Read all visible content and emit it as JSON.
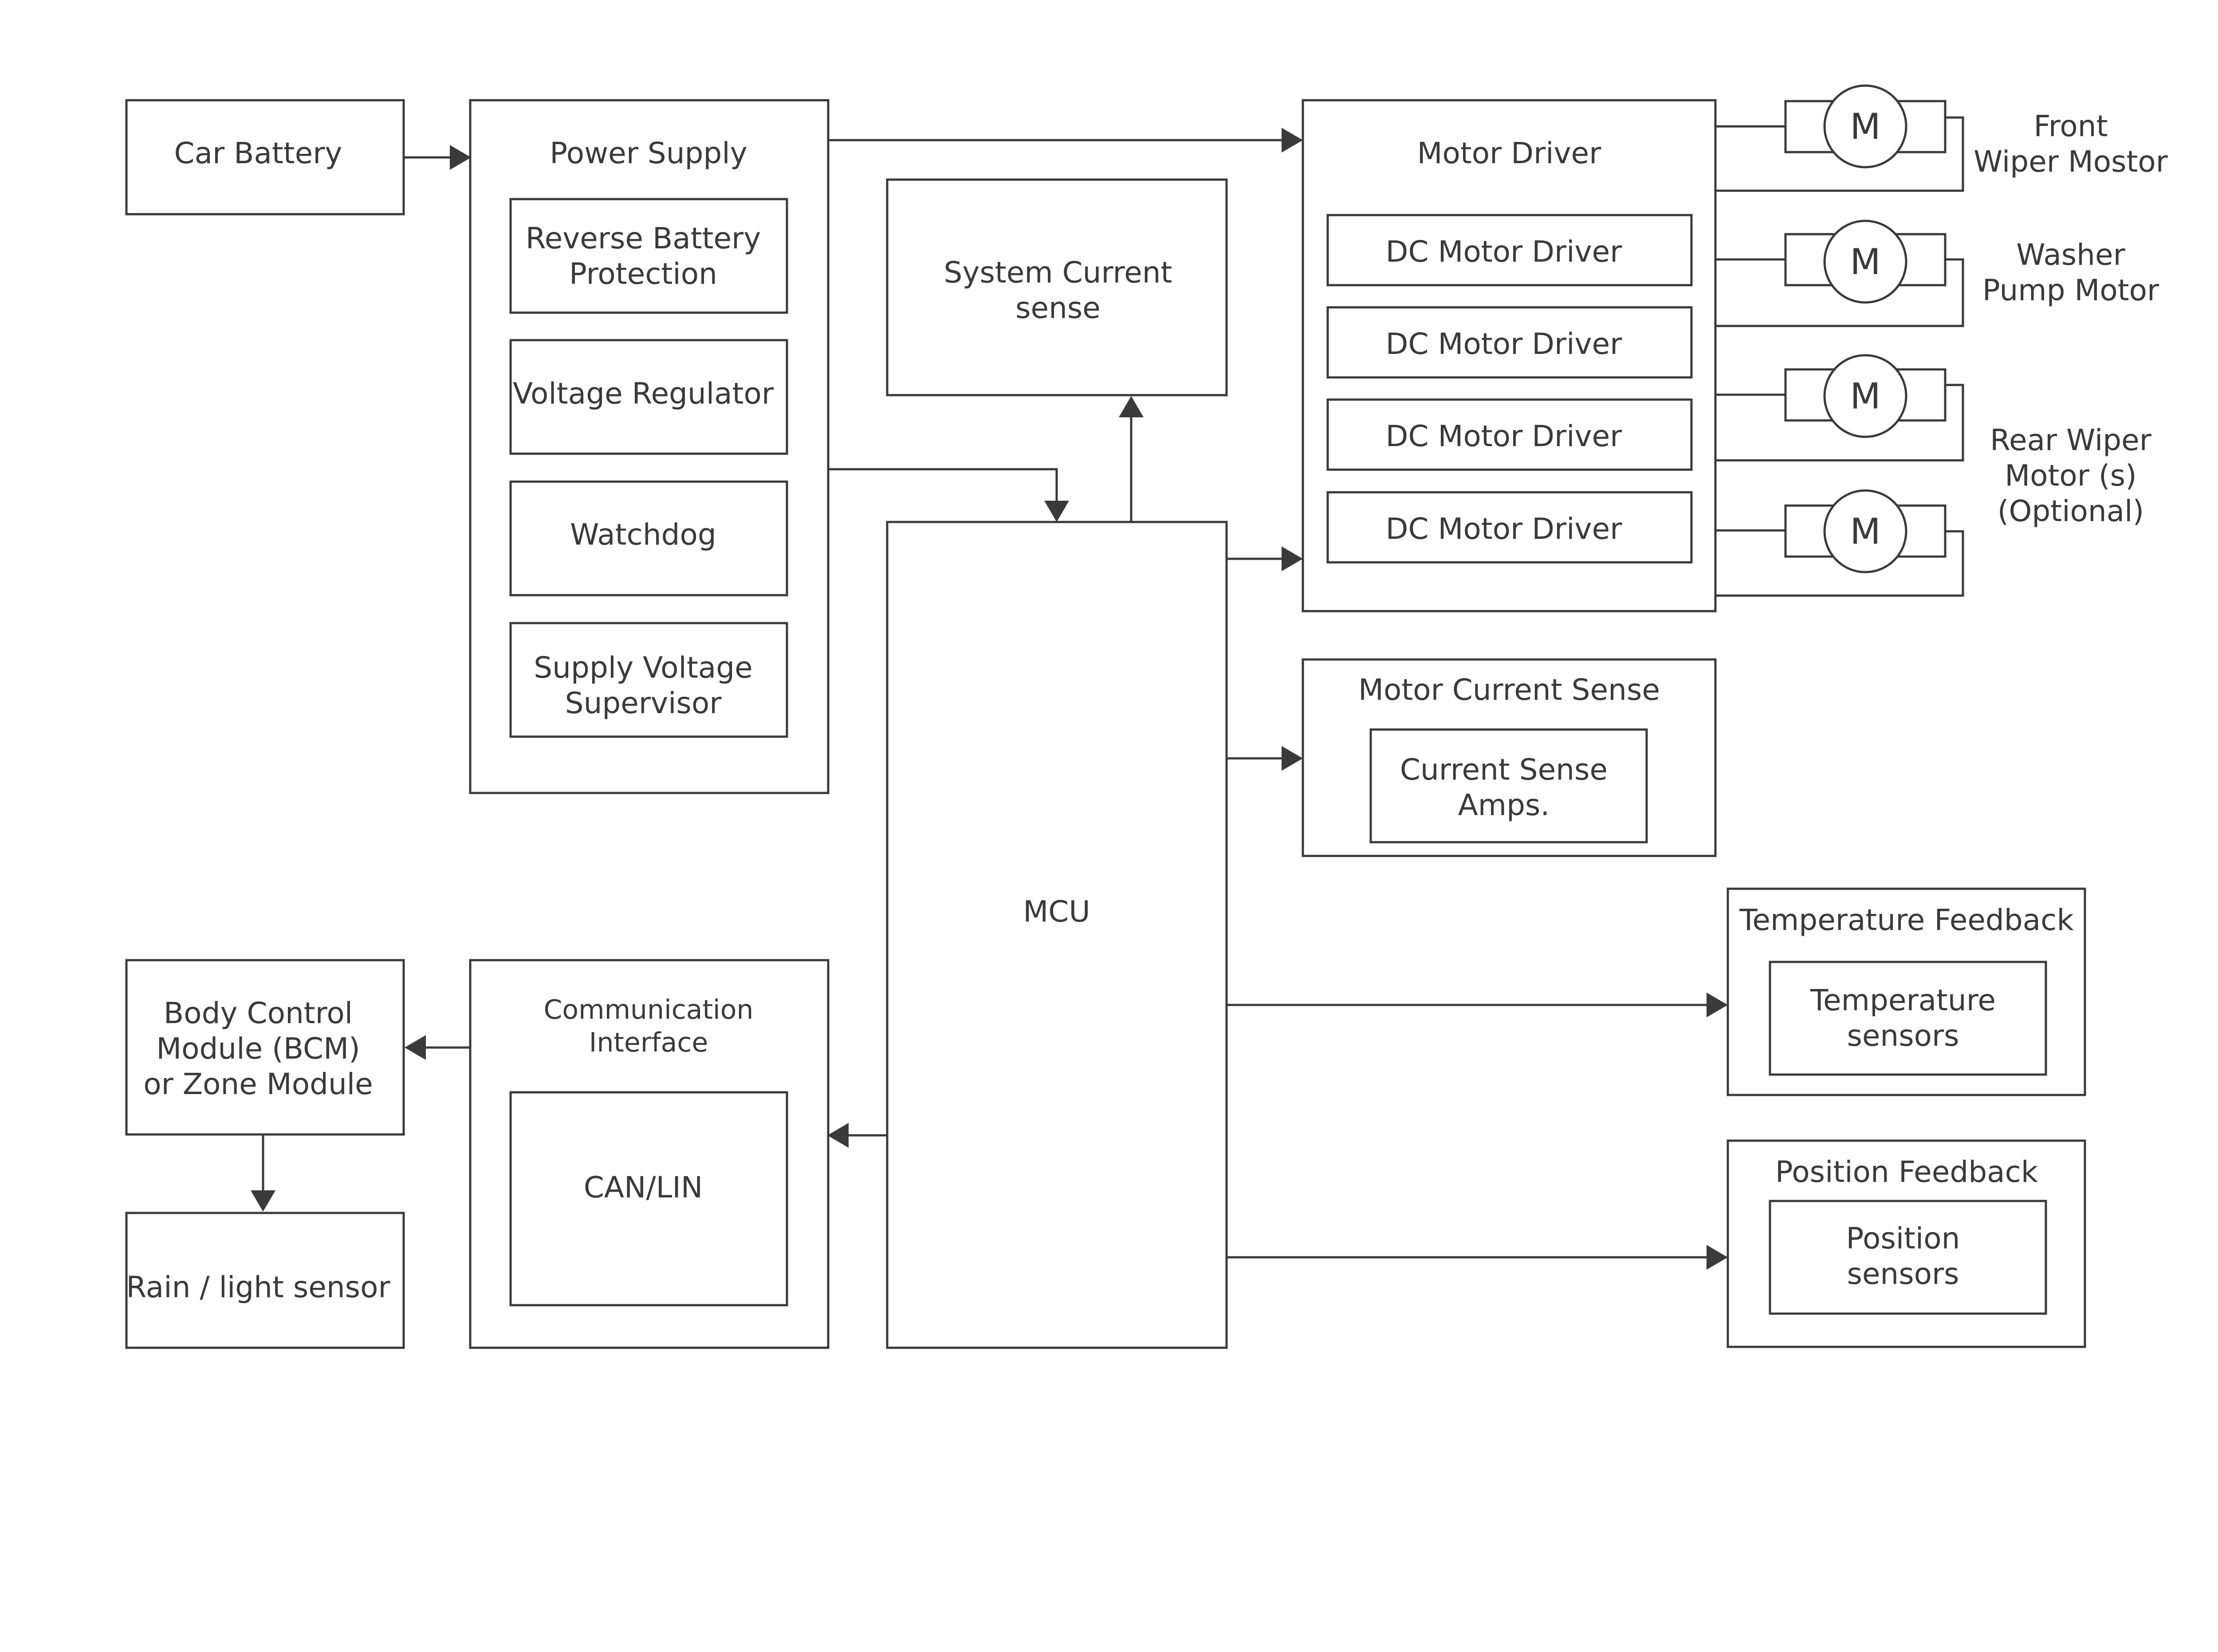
{
  "colors": {
    "stroke": "#3a3a3a",
    "background": "#ffffff"
  },
  "blocks": {
    "car_battery": "Car Battery",
    "power_supply": {
      "title": "Power Supply",
      "reverse_battery": [
        "Reverse Battery",
        "Protection"
      ],
      "voltage_regulator": "Voltage Regulator",
      "watchdog": "Watchdog",
      "supply_voltage_supervisor": [
        "Supply Voltage",
        "Supervisor"
      ]
    },
    "system_current_sense": [
      "System Current",
      "sense"
    ],
    "mcu": "MCU",
    "motor_driver": {
      "title": "Motor Driver",
      "drivers": [
        "DC Motor Driver",
        "DC Motor Driver",
        "DC Motor Driver",
        "DC Motor Driver"
      ]
    },
    "motors": {
      "symbol": "M",
      "front_wiper": [
        "Front",
        "Wiper Mostor"
      ],
      "washer_pump": [
        "Washer",
        "Pump Motor"
      ],
      "rear_wiper": [
        "Rear Wiper",
        "Motor (s)",
        "(Optional)"
      ]
    },
    "motor_current_sense": {
      "title": "Motor Current Sense",
      "amps": [
        "Current Sense",
        "Amps."
      ]
    },
    "temperature_feedback": {
      "title": "Temperature Feedback",
      "sensors": [
        "Temperature",
        "sensors"
      ]
    },
    "position_feedback": {
      "title": "Position Feedback",
      "sensors": [
        "Position",
        "sensors"
      ]
    },
    "communication_interface": {
      "title": [
        "Communication",
        "Interface"
      ],
      "bus": "CAN/LIN"
    },
    "bcm": [
      "Body Control",
      "Module (BCM)",
      "or Zone Module"
    ],
    "rain_light_sensor": "Rain / light sensor"
  }
}
